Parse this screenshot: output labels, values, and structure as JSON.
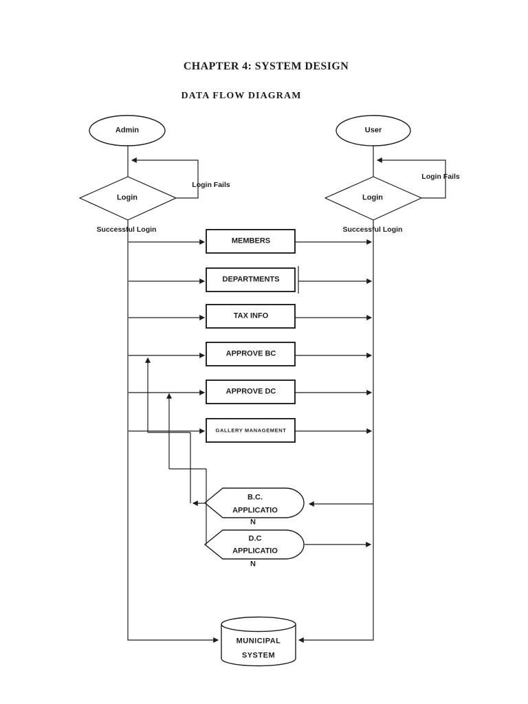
{
  "colors": {
    "ink": "#1c1c1c",
    "paper": "#ffffff"
  },
  "header": {
    "title": "CHAPTER 4: SYSTEM DESIGN",
    "subtitle": "DATA FLOW DIAGRAM"
  },
  "diagram": {
    "actors": {
      "admin": "Admin",
      "user": "User"
    },
    "decisions": {
      "admin_login": "Login",
      "user_login": "Login"
    },
    "flow_labels": {
      "admin_login_fails": "Login Fails",
      "user_login_fails": "Login Fails",
      "admin_successful_login": "Successful Login",
      "user_successful_login": "Successful Login"
    },
    "processes": [
      "MEMBERS",
      "DEPARTMENTS",
      "TAX INFO",
      "APPROVE BC",
      "APPROVE DC",
      "GALLERY MANAGEMENT"
    ],
    "applications": {
      "bc": {
        "line1": "B.C.",
        "line2": "APPLICATIO",
        "line3": "N"
      },
      "dc": {
        "line1": "D.C",
        "line2": "APPLICATIO",
        "line3": "N"
      }
    },
    "datastore": {
      "line1": "MUNICIPAL",
      "line2": "SYSTEM"
    }
  }
}
